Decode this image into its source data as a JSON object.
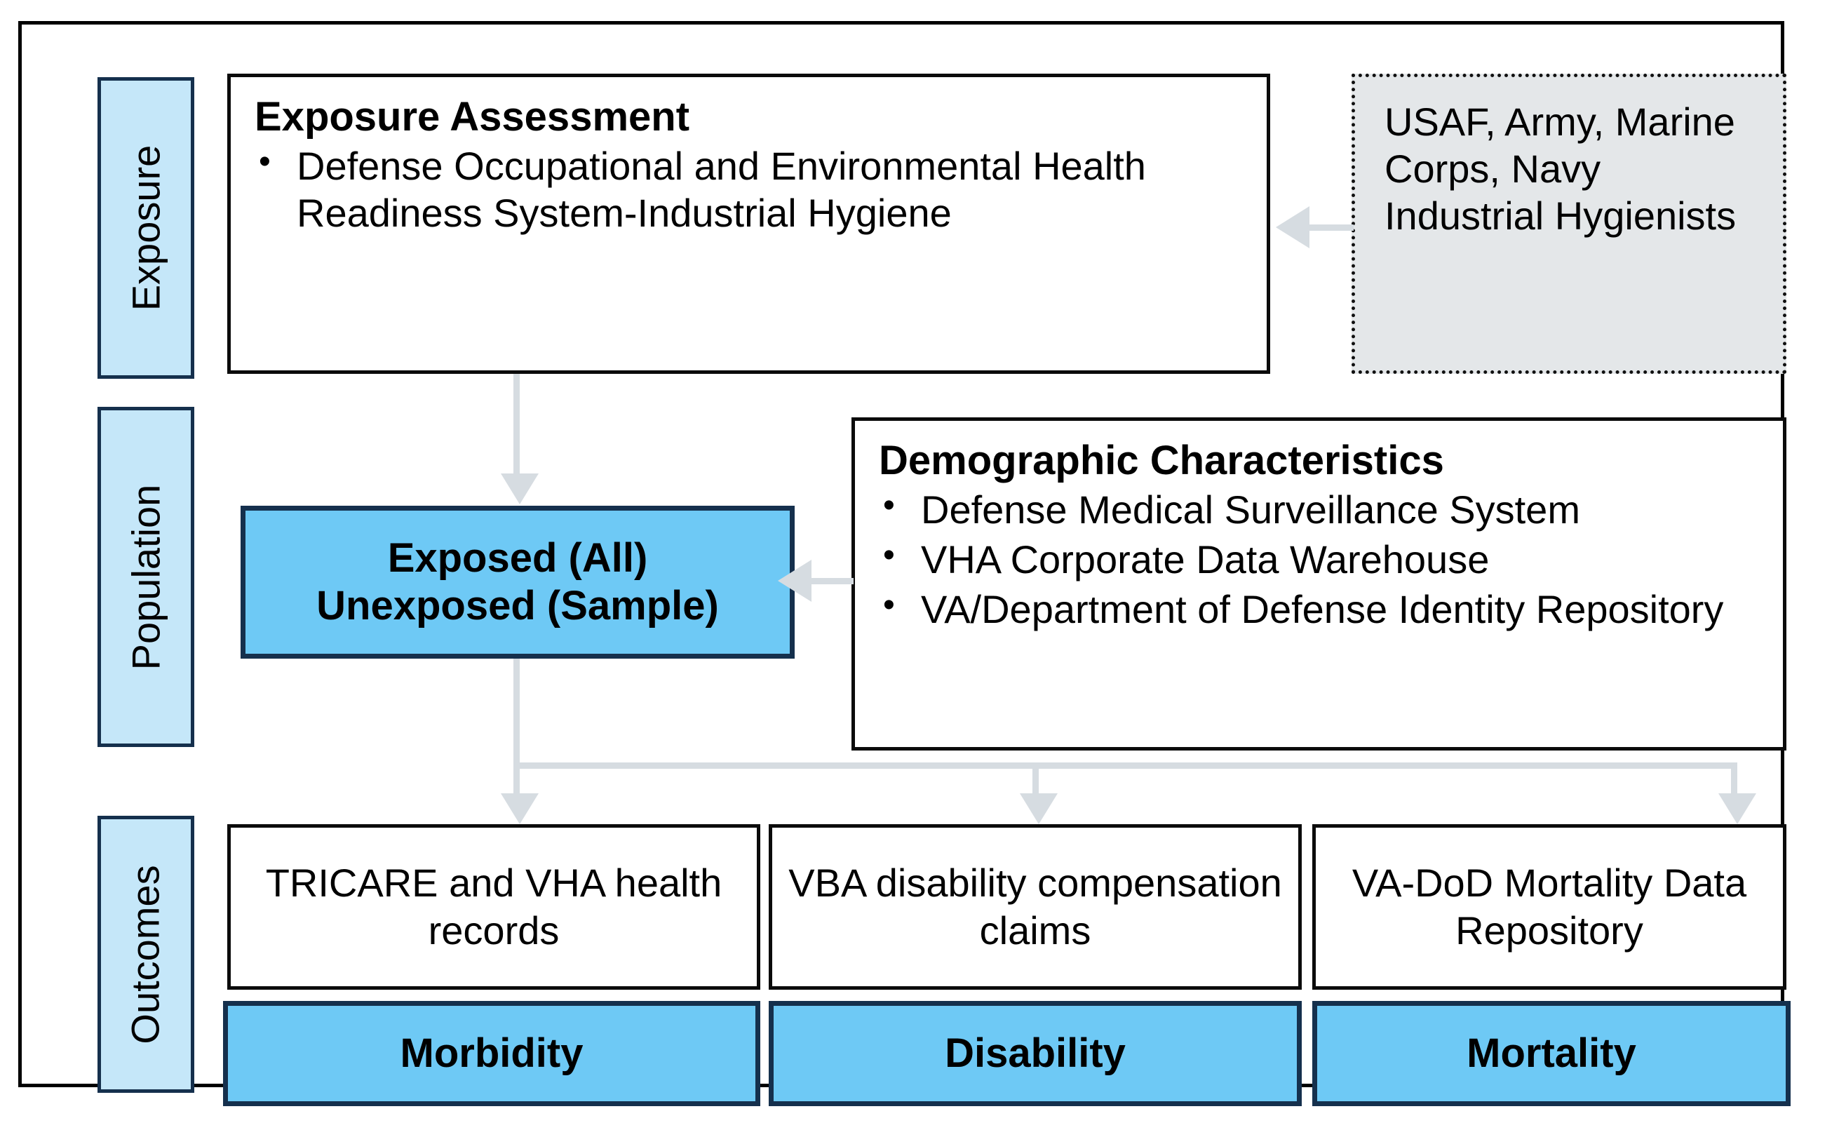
{
  "rails": [
    {
      "id": "exposure",
      "label": "Exposure"
    },
    {
      "id": "population",
      "label": "Population"
    },
    {
      "id": "outcomes",
      "label": "Outcomes"
    }
  ],
  "exposure_assessment": {
    "title": "Exposure Assessment",
    "bullets": [
      "Defense Occupational and Environmental Health Readiness System-Industrial Hygiene"
    ]
  },
  "sources_box": {
    "text": "USAF, Army, Marine Corps, Navy Industrial Hygienists"
  },
  "population_box": {
    "line1": "Exposed (All)",
    "line2": "Unexposed (Sample)"
  },
  "demographics": {
    "title": "Demographic Characteristics",
    "bullets": [
      "Defense Medical Surveillance System",
      "VHA Corporate Data Warehouse",
      "VA/Department of Defense Identity Repository"
    ]
  },
  "outcome_sources": [
    {
      "id": "morbidity",
      "text": "TRICARE and VHA health records"
    },
    {
      "id": "disability",
      "text": "VBA disability compensation claims"
    },
    {
      "id": "mortality",
      "text": "VA-DoD Mortality Data Repository"
    }
  ],
  "outcomes": [
    {
      "id": "morbidity",
      "label": "Morbidity"
    },
    {
      "id": "disability",
      "label": "Disability"
    },
    {
      "id": "mortality",
      "label": "Mortality"
    }
  ],
  "colors": {
    "rail_fill": "#C5E7F9",
    "rail_border": "#15304D",
    "outcome_fill": "#6EC9F5",
    "outcome_border": "#15304D",
    "source_fill": "#E4E7E9",
    "connector": "#D6DCE1",
    "frame_border": "#000000"
  }
}
